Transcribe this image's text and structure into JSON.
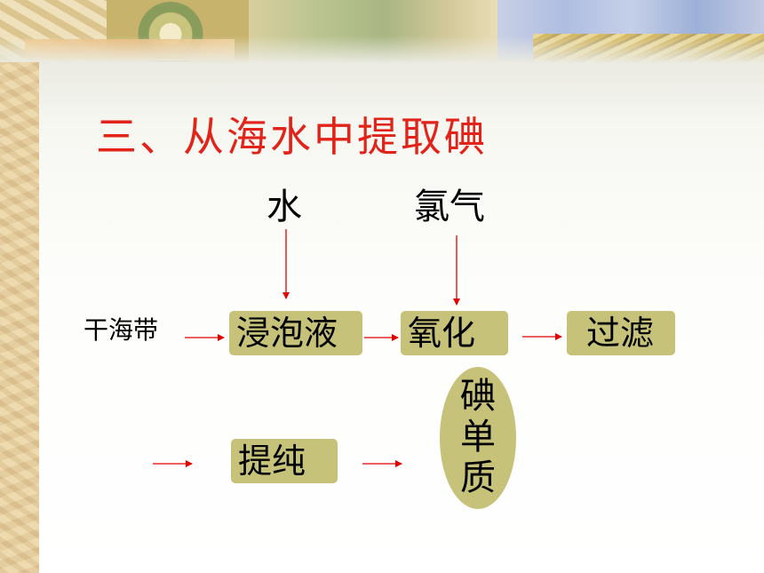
{
  "title": "三、从海水中提取碘",
  "inputs": {
    "water": "水",
    "chlorine": "氯气"
  },
  "start": "干海带",
  "steps": {
    "soak": "浸泡液",
    "oxidize": "氧化",
    "filter": "过滤",
    "purify": "提纯"
  },
  "product": {
    "chars": [
      "碘",
      "单",
      "质"
    ]
  },
  "colors": {
    "title": "#e2231a",
    "box_fill": "#c6c27a",
    "arrow": "#e00000"
  }
}
